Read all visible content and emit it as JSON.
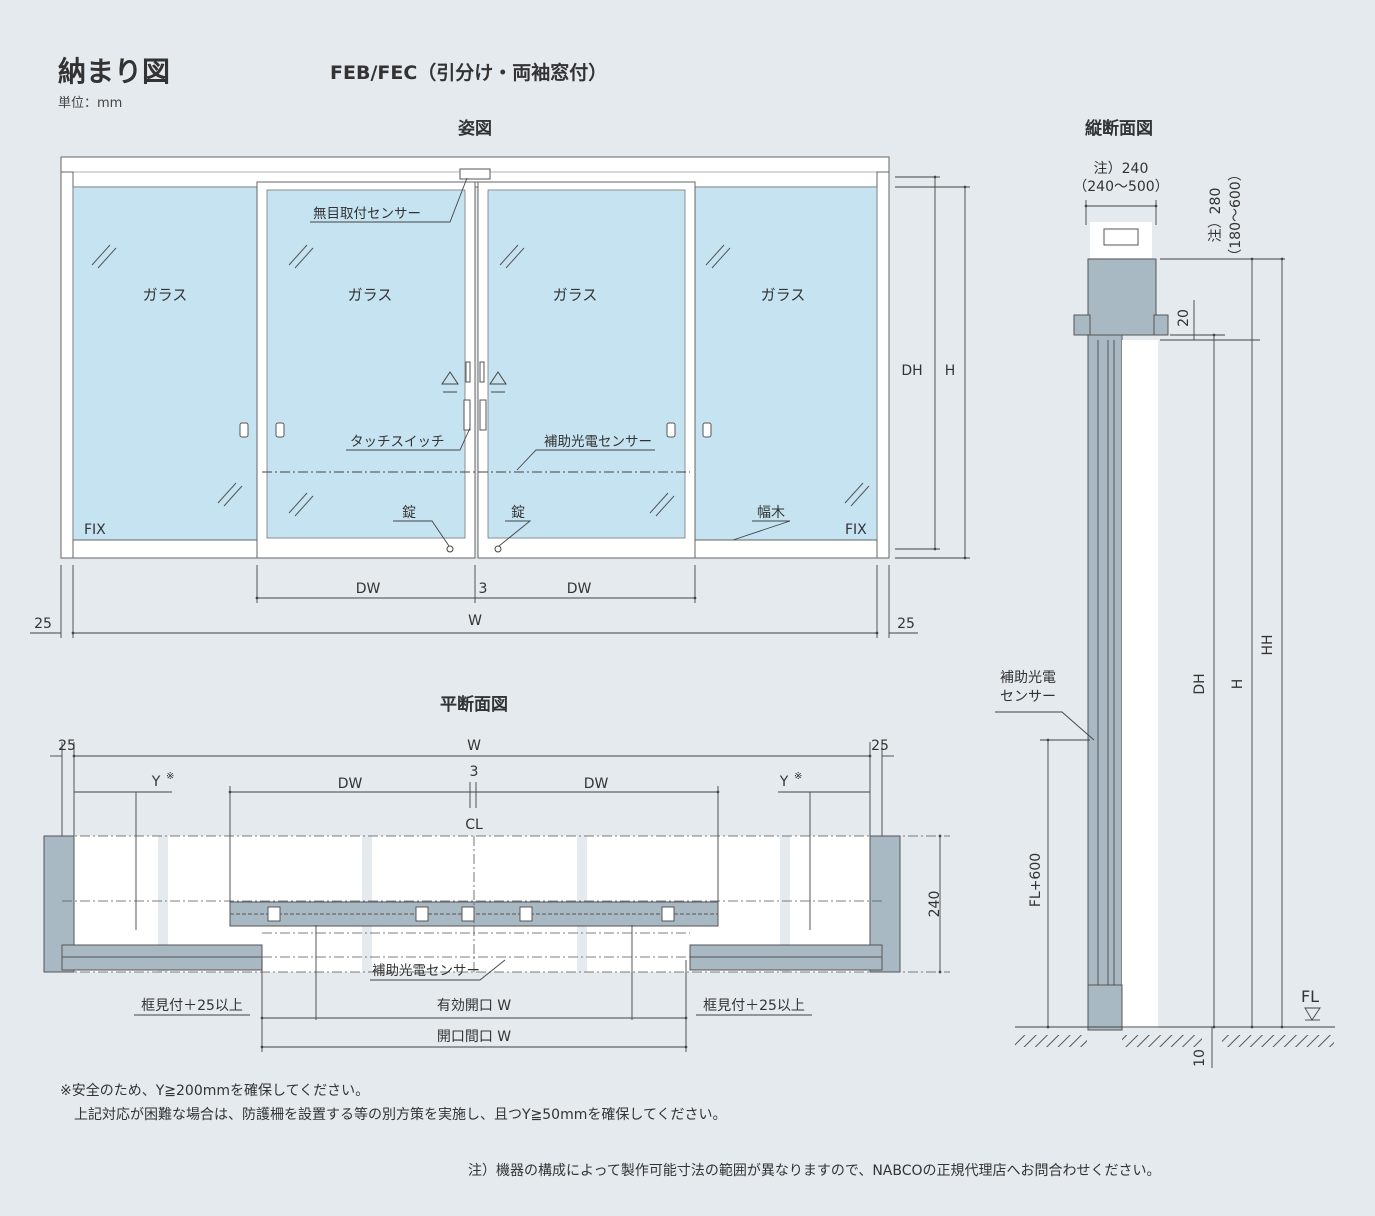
{
  "header": {
    "title": "納まり図",
    "subtitle": "FEB/FEC（引分け・両袖窓付）",
    "unit": "単位：mm"
  },
  "elevation": {
    "heading": "姿図",
    "glass": [
      "ガラス",
      "ガラス",
      "ガラス",
      "ガラス"
    ],
    "fix_left": "FIX",
    "fix_right": "FIX",
    "sensor": "無目取付センサー",
    "touch_switch": "タッチスイッチ",
    "aux_sensor": "補助光電センサー",
    "lock_left": "錠",
    "lock_right": "錠",
    "baseboard": "幅木",
    "dim_dh": "DH",
    "dim_h": "H",
    "dim_dw_left": "DW",
    "dim_gap": "3",
    "dim_dw_right": "DW",
    "dim_w": "W",
    "dim_25_left": "25",
    "dim_25_right": "25"
  },
  "plan": {
    "heading": "平断面図",
    "dim_25_left": "25",
    "dim_w": "W",
    "dim_25_right": "25",
    "dim_gap": "3",
    "y_left": "Y",
    "y_right": "Y",
    "y_mark": "※",
    "dim_dw_left": "DW",
    "dim_dw_right": "DW",
    "cl": "CL",
    "dim_240": "240",
    "aux_sensor": "補助光電センサー",
    "frame_left": "框見付＋25以上",
    "effective_opening": "有効開口 W",
    "frame_right": "框見付＋25以上",
    "opening": "開口間口 W"
  },
  "section": {
    "heading": "縦断面図",
    "note_240": "注）240",
    "range_240": "（240～500）",
    "note_280": "注）280",
    "range_280": "（180～600）",
    "dim_20": "20",
    "aux_sensor_1": "補助光電",
    "aux_sensor_2": "センサー",
    "dim_dh": "DH",
    "dim_h": "H",
    "dim_hh": "HH",
    "dim_fl600": "FL+600",
    "fl": "FL",
    "dim_10": "10"
  },
  "notes": {
    "safety_1": "※安全のため、Y≧200mmを確保してください。",
    "safety_2": "　上記対応が困難な場合は、防護柵を設置する等の別方策を実施し、且つY≧50mmを確保してください。",
    "disclaimer": "注）機器の構成によって製作可能寸法の範囲が異なりますので、NABCOの正規代理店へお問合わせください。"
  },
  "colors": {
    "background": "#e4eaee",
    "glass": "#c6e3f1",
    "frame": "#ffffff",
    "steel": "#a9b9c4",
    "line": "#555555"
  }
}
